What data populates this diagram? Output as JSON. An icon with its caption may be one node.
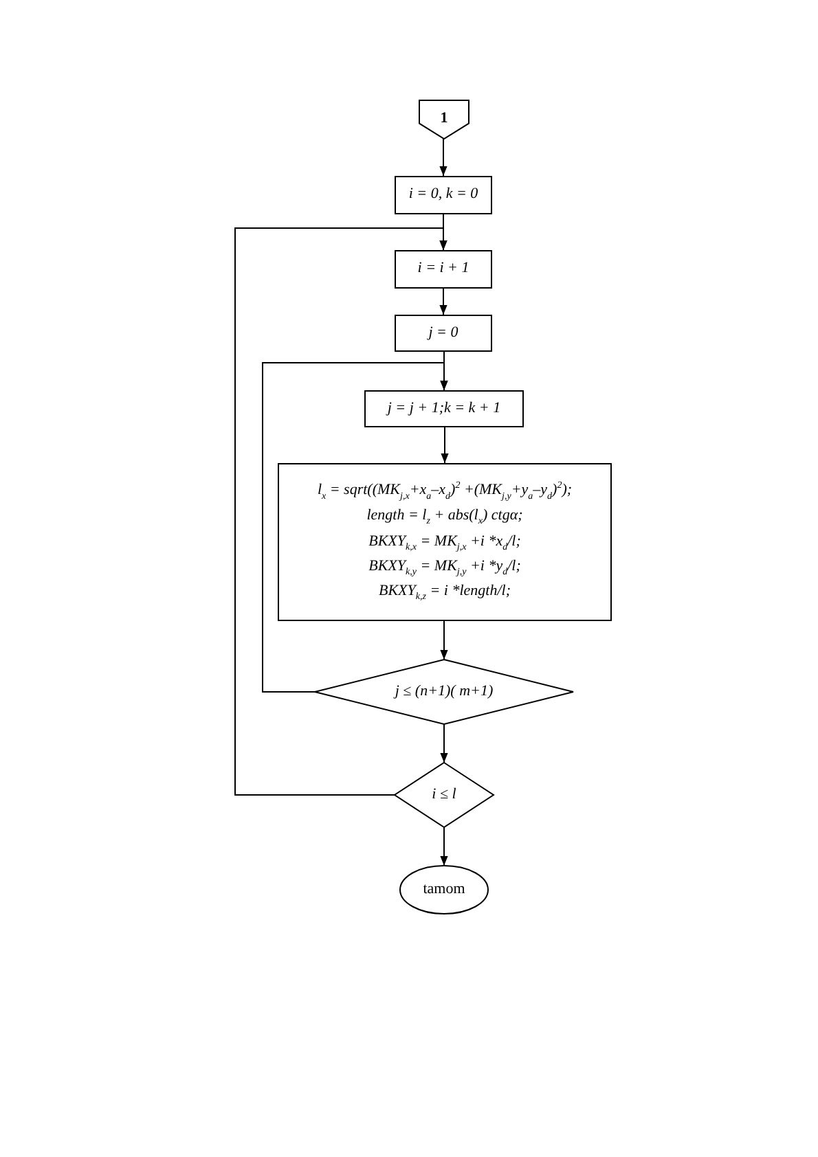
{
  "diagram": {
    "nodes": [
      {
        "text": [
          "1"
        ]
      },
      {
        "text": [
          "i = 0, k = 0"
        ]
      },
      {
        "text": [
          "i = i  + 1"
        ]
      },
      {
        "text": [
          "j = 0"
        ]
      },
      {
        "text": [
          "j = j + 1;k = k + 1"
        ]
      },
      {
        "text": [
          "l$_{x}$ = sqrt((MK$_{j,x}$+x$_{a}$–x$_{d}$)$^{2}$ +(MK$_{j,y}$+y$_{a}$–y$_{d}$)$^{2}$);",
          "length = l$_{z}$ + abs(l$_{x}$) ctgα;",
          "BKXY$_{k,x}$ = MK$_{j,x}$ +i *x$_{d}$/l;",
          "BKXY$_{k,y}$ = MK$_{j,y}$ +i *y$_{d}$/l;",
          "BKXY$_{k,z}$ = i *length/l;"
        ]
      },
      {
        "text": [
          "j ≤ (n+1)( m+1)"
        ]
      },
      {
        "text": [
          "i ≤ l"
        ]
      },
      {
        "text": [
          "tamom"
        ]
      }
    ],
    "edges": [
      {
        "from": 0,
        "to": 1,
        "arrow": "to"
      },
      {
        "from": 1,
        "to": 2,
        "arrow": "to"
      },
      {
        "from": 2,
        "to": 3,
        "arrow": "to"
      },
      {
        "from": 3,
        "to": 4,
        "arrow": "to"
      },
      {
        "from": 4,
        "to": 5,
        "arrow": "to"
      },
      {
        "from": 5,
        "to": 6,
        "arrow": "to"
      },
      {
        "from": 6,
        "to": 7,
        "arrow": "to"
      },
      {
        "from": 7,
        "to": 8,
        "arrow": "to"
      },
      {
        "from": 6,
        "to": 4,
        "arrow": "to"
      },
      {
        "from": 7,
        "to": 2,
        "arrow": "to"
      }
    ]
  }
}
